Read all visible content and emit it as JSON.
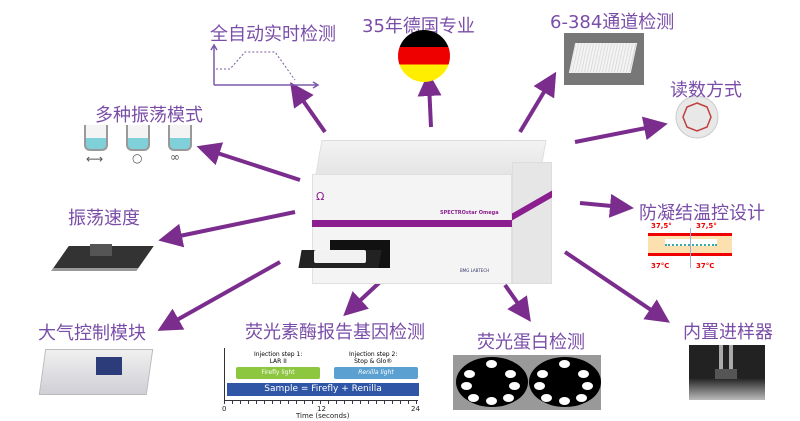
{
  "features": {
    "auto_realtime": "全自动实时检测",
    "german": "35年德国专业",
    "channels": "6-384通道检测",
    "read_mode": "读数方式",
    "shake_modes": "多种振荡模式",
    "shake_speed": "振荡速度",
    "anti_condensation": "防凝结温控设计",
    "atmosphere": "大气控制模块",
    "luciferase": "荧光素酶报告基因检测",
    "fluorescent_protein": "荧光蛋白检测",
    "injector": "内置进样器"
  },
  "instrument": {
    "brand_name": "SPECTROstar Omega",
    "logo_symbol": "Ω",
    "maker": "BMG LABTECH"
  },
  "temperature": {
    "top_left": "37,5°",
    "top_right": "37,5°",
    "bottom_left": "37°C",
    "bottom_right": "37°C"
  },
  "luciferase_chart": {
    "step1": "Injection step 1:\nLAR II",
    "step2": "Injection step 2:\nStop & Glo®",
    "firefly": "Firefly light",
    "renilla": "Renilla light",
    "sample": "Sample = Firefly + Renilla",
    "ticks": [
      "0",
      "12",
      "24"
    ],
    "xlabel": "Time (seconds)"
  },
  "colors": {
    "arrow": "#7b2d8e",
    "label": "#7a4ea8",
    "accent": "#8b1f8f"
  }
}
